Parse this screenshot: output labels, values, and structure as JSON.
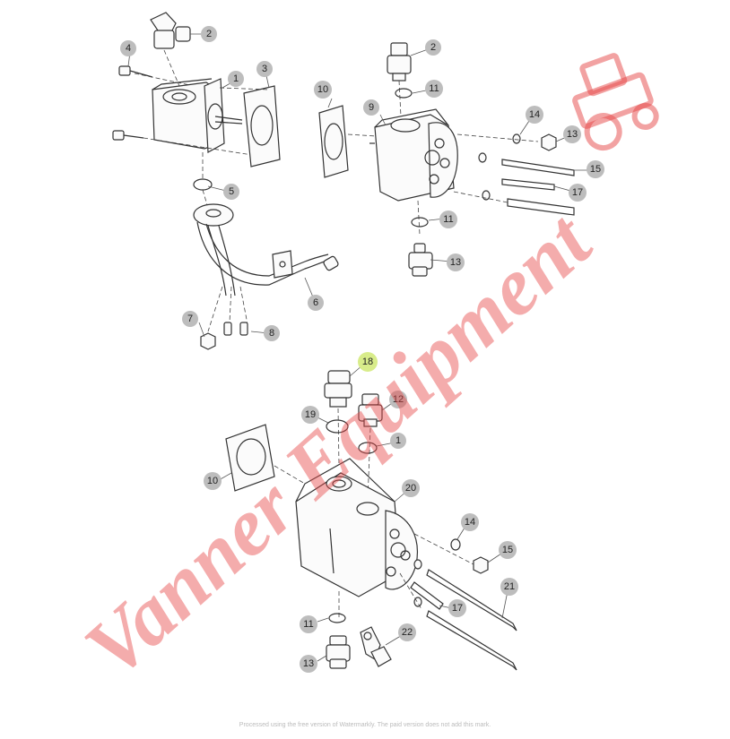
{
  "watermark": {
    "text": "Vanner Equipment"
  },
  "footer_note": "Processed using the free version of Watermarkly. The paid version does not add this mark.",
  "colors": {
    "callout": "#bdbdbd",
    "highlight": "#d8ec8a",
    "watermark": "#e64646",
    "line": "#333333"
  },
  "callouts": [
    {
      "id": "c-top-2a",
      "label": "2"
    },
    {
      "id": "c-top-4",
      "label": "4"
    },
    {
      "id": "c-top-1a",
      "label": "1"
    },
    {
      "id": "c-top-3",
      "label": "3"
    },
    {
      "id": "c-top-5",
      "label": "5"
    },
    {
      "id": "c-top-6",
      "label": "6"
    },
    {
      "id": "c-top-7",
      "label": "7"
    },
    {
      "id": "c-top-8",
      "label": "8"
    },
    {
      "id": "c-r-2",
      "label": "2"
    },
    {
      "id": "c-r-10",
      "label": "10"
    },
    {
      "id": "c-r-11a",
      "label": "11"
    },
    {
      "id": "c-r-9",
      "label": "9"
    },
    {
      "id": "c-r-14",
      "label": "14"
    },
    {
      "id": "c-r-13a",
      "label": "13"
    },
    {
      "id": "c-r-15",
      "label": "15"
    },
    {
      "id": "c-r-17",
      "label": "17"
    },
    {
      "id": "c-r-11b",
      "label": "11"
    },
    {
      "id": "c-r-13b",
      "label": "13"
    },
    {
      "id": "c-b-18",
      "label": "18"
    },
    {
      "id": "c-b-12",
      "label": "12"
    },
    {
      "id": "c-b-19",
      "label": "19"
    },
    {
      "id": "c-b-1",
      "label": "1"
    },
    {
      "id": "c-b-10",
      "label": "10"
    },
    {
      "id": "c-b-20",
      "label": "20"
    },
    {
      "id": "c-b-14",
      "label": "14"
    },
    {
      "id": "c-b-15",
      "label": "15"
    },
    {
      "id": "c-b-21",
      "label": "21"
    },
    {
      "id": "c-b-17",
      "label": "17"
    },
    {
      "id": "c-b-11",
      "label": "11"
    },
    {
      "id": "c-b-22",
      "label": "22"
    },
    {
      "id": "c-b-13",
      "label": "13"
    }
  ]
}
